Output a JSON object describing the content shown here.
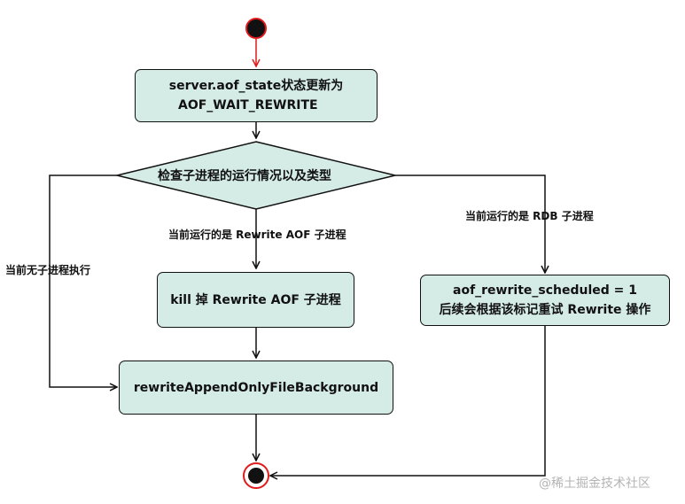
{
  "nodes": {
    "update_state": {
      "line1": "server.aof_state状态更新为",
      "line2": "AOF_WAIT_REWRITE"
    },
    "check_child": {
      "label": "检查子进程的运行情况以及类型"
    },
    "kill_rewrite": {
      "label": "kill 掉 Rewrite AOF 子进程"
    },
    "schedule": {
      "line1": "aof_rewrite_scheduled = 1",
      "line2": "后续会根据该标记重试 Rewrite 操作"
    },
    "rewrite_bg": {
      "label": "rewriteAppendOnlyFileBackground"
    }
  },
  "edges": {
    "rewrite_aof_running": "当前运行的是 Rewrite AOF 子进程",
    "rdb_running": "当前运行的是 RDB 子进程",
    "no_child": "当前无子进程执行"
  },
  "watermark": "@稀土掘金技术社区",
  "colors": {
    "node_fill": "#d5ebe6",
    "start_border": "#e11b1b",
    "line": "#111111"
  }
}
